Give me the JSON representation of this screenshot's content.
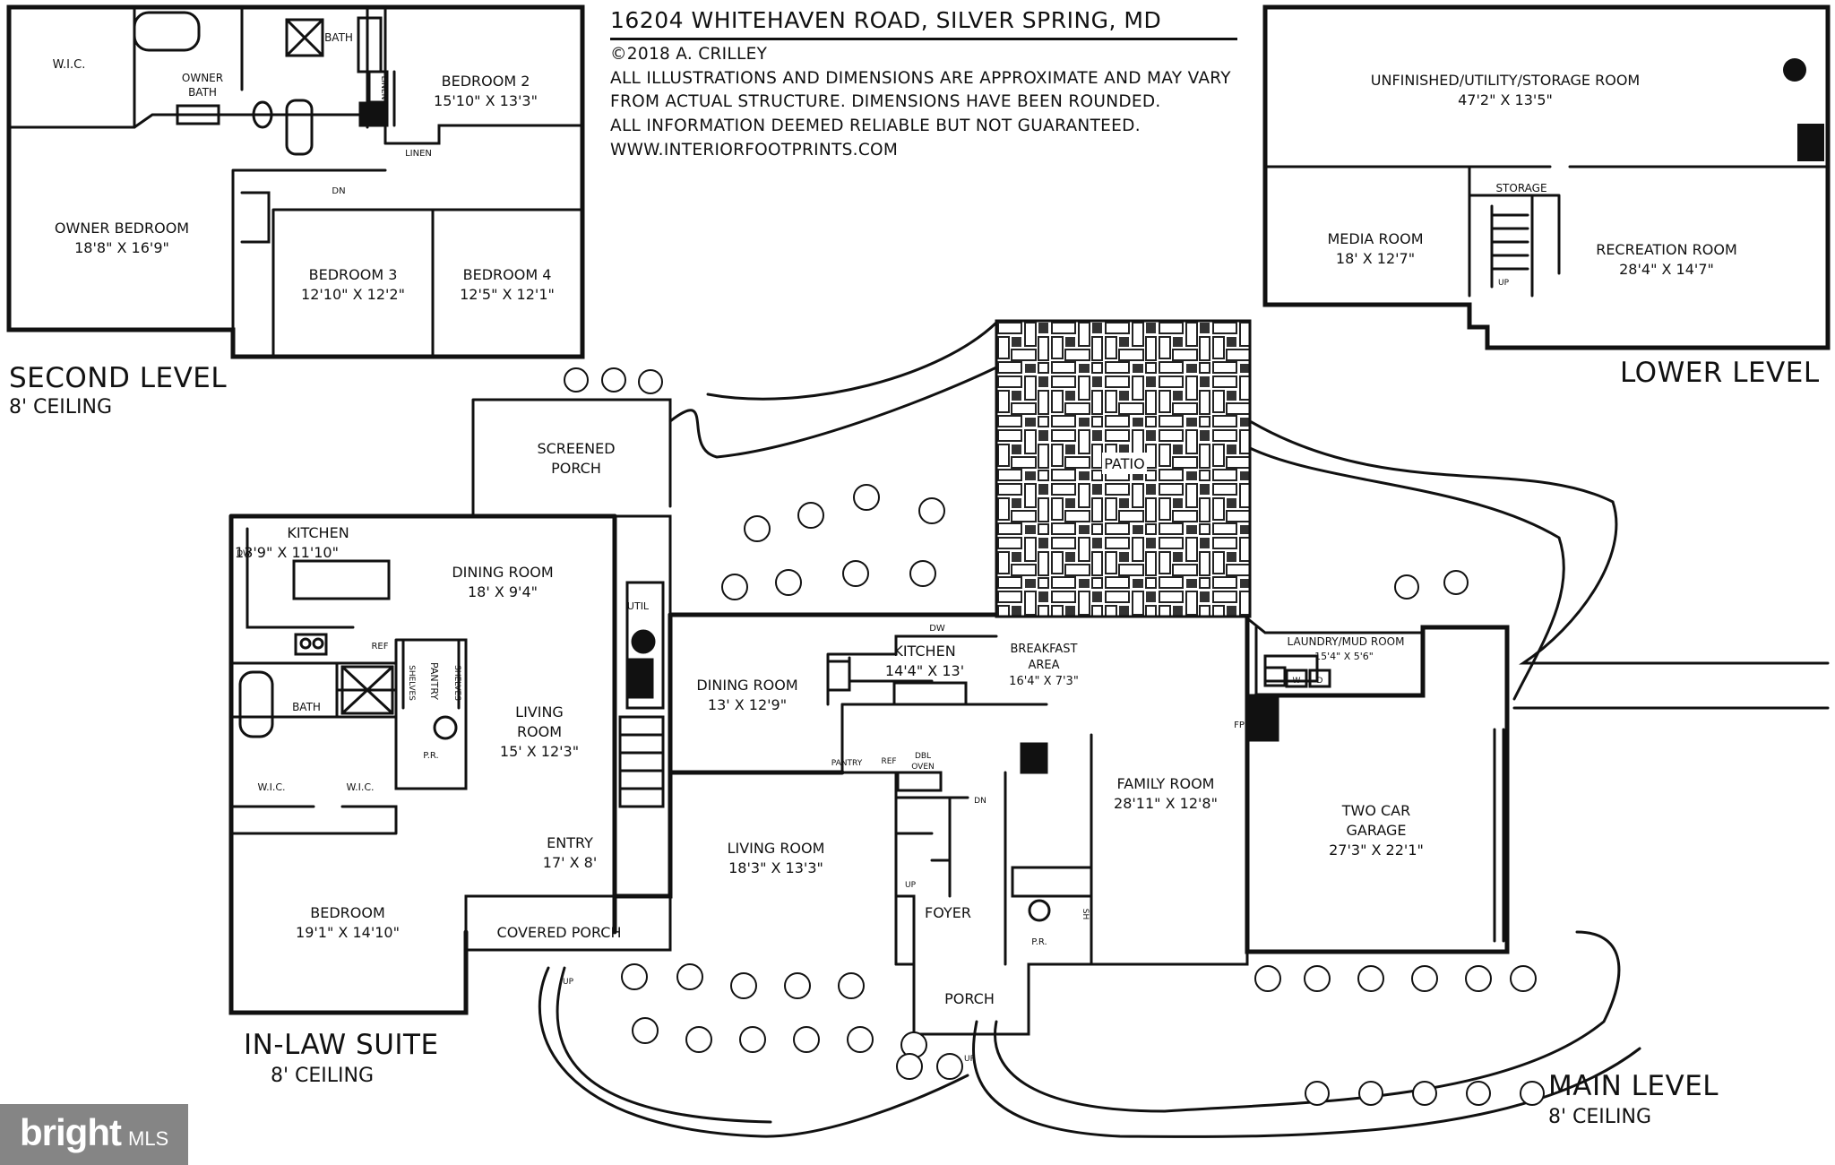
{
  "header": {
    "title": "16204 WHITEHAVEN ROAD, SILVER SPRING, MD",
    "lines": [
      "©2018 A. CRILLEY",
      "ALL ILLUSTRATIONS AND DIMENSIONS ARE APPROXIMATE AND MAY VARY",
      "FROM ACTUAL STRUCTURE. DIMENSIONS HAVE BEEN ROUNDED.",
      "ALL INFORMATION DEEMED RELIABLE BUT NOT GUARANTEED.",
      "WWW.INTERIORFOOTPRINTS.COM"
    ]
  },
  "levels": {
    "second": {
      "name": "SECOND LEVEL",
      "ceiling": "8' CEILING"
    },
    "lower": {
      "name": "LOWER LEVEL"
    },
    "inlaw": {
      "name": "IN-LAW SUITE",
      "ceiling": "8' CEILING"
    },
    "main": {
      "name": "MAIN LEVEL",
      "ceiling": "8' CEILING"
    }
  },
  "rooms": {
    "wic_owner": "W.I.C.",
    "owner_bath": [
      "OWNER",
      "BATH"
    ],
    "bath2": "BATH",
    "linen_a": "LINEN",
    "linen_b": "LINEN",
    "bedroom2": [
      "BEDROOM 2",
      "15'10\" X 13'3\""
    ],
    "dn_second": "DN",
    "owner_bedroom": [
      "OWNER BEDROOM",
      "18'8\" X 16'9\""
    ],
    "bedroom3": [
      "BEDROOM 3",
      "12'10\" X 12'2\""
    ],
    "bedroom4": [
      "BEDROOM 4",
      "12'5\" X 12'1\""
    ],
    "storage_room": [
      "UNFINISHED/UTILITY/STORAGE ROOM",
      "47'2\" X 13'5\""
    ],
    "storage": "STORAGE",
    "media_room": [
      "MEDIA ROOM",
      "18' X 12'7\""
    ],
    "recreation_room": [
      "RECREATION ROOM",
      "28'4\" X 14'7\""
    ],
    "up_lower": "UP",
    "screened_porch": [
      "SCREENED",
      "PORCH"
    ],
    "patio": "PATIO",
    "kitchen_inlaw": [
      "KITCHEN",
      "13'9\" X 11'10\""
    ],
    "dw_inlaw": "DW",
    "dining_inlaw": [
      "DINING ROOM",
      "18' X 9'4\""
    ],
    "ref_inlaw": "REF",
    "shelves_a": "SHELVES",
    "pantry_inlaw": "PANTRY",
    "shelves_b": "SHELVES",
    "util": "UTIL",
    "bath_inlaw": "BATH",
    "pr_inlaw": "P.R.",
    "wic_a": "W.I.C.",
    "wic_b": "W.I.C.",
    "living_inlaw": [
      "LIVING",
      "ROOM",
      "15' X 12'3\""
    ],
    "entry": [
      "ENTRY",
      "17' X 8'"
    ],
    "bedroom_inlaw": [
      "BEDROOM",
      "19'1\" X 14'10\""
    ],
    "covered_porch": "COVERED PORCH",
    "up_cp": "UP",
    "dining_main": [
      "DINING ROOM",
      "13' X 12'9\""
    ],
    "kitchen_main": [
      "KITCHEN",
      "14'4\" X 13'"
    ],
    "dw_main": "DW",
    "breakfast": [
      "BREAKFAST",
      "AREA",
      "16'4\" X 7'3\""
    ],
    "laundry": [
      "LAUNDRY/MUD ROOM",
      "15'4\" X 5'6\""
    ],
    "washer": "W",
    "dryer": "D",
    "fp": "FP",
    "pantry_main": "PANTRY",
    "ref_main": "REF",
    "dbl_oven": [
      "DBL",
      "OVEN"
    ],
    "dn_main": "DN",
    "family_room": [
      "FAMILY ROOM",
      "28'11\" X 12'8\""
    ],
    "garage": [
      "TWO CAR",
      "GARAGE",
      "27'3\" X 22'1\""
    ],
    "living_main": [
      "LIVING ROOM",
      "18'3\" X 13'3\""
    ],
    "up_foyer": "UP",
    "foyer": "FOYER",
    "pr_main": "P.R.",
    "sh": "SH",
    "porch": "PORCH",
    "up_porch": "UP"
  },
  "badge": {
    "brand": "bright",
    "suffix": "MLS"
  }
}
